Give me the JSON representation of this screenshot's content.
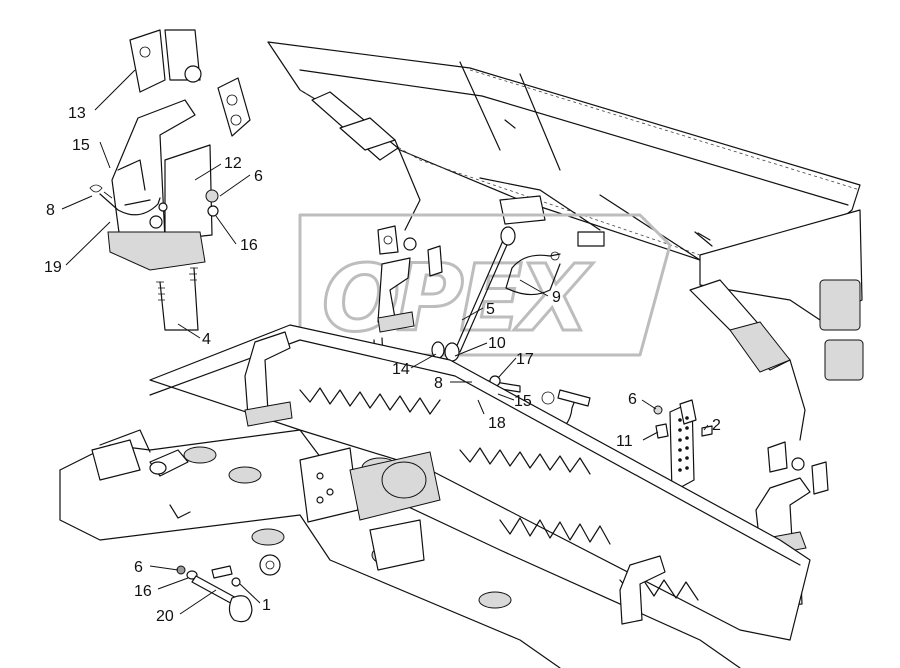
{
  "watermark": {
    "brand": "OPEX"
  },
  "callouts": [
    {
      "id": "c13a",
      "label": "13"
    },
    {
      "id": "c15a",
      "label": "15"
    },
    {
      "id": "c12",
      "label": "12"
    },
    {
      "id": "c6a",
      "label": "6"
    },
    {
      "id": "c8a",
      "label": "8"
    },
    {
      "id": "c16a",
      "label": "16"
    },
    {
      "id": "c19",
      "label": "19"
    },
    {
      "id": "c4",
      "label": "4"
    },
    {
      "id": "c5",
      "label": "5"
    },
    {
      "id": "c9",
      "label": "9"
    },
    {
      "id": "c10",
      "label": "10"
    },
    {
      "id": "c14",
      "label": "14"
    },
    {
      "id": "c17",
      "label": "17"
    },
    {
      "id": "c8b",
      "label": "8"
    },
    {
      "id": "c15b",
      "label": "15"
    },
    {
      "id": "c18",
      "label": "18"
    },
    {
      "id": "c6b",
      "label": "6"
    },
    {
      "id": "c2",
      "label": "2"
    },
    {
      "id": "c11",
      "label": "11"
    },
    {
      "id": "c6c",
      "label": "6"
    },
    {
      "id": "c16b",
      "label": "16"
    },
    {
      "id": "c20",
      "label": "20"
    },
    {
      "id": "c1",
      "label": "1"
    }
  ]
}
